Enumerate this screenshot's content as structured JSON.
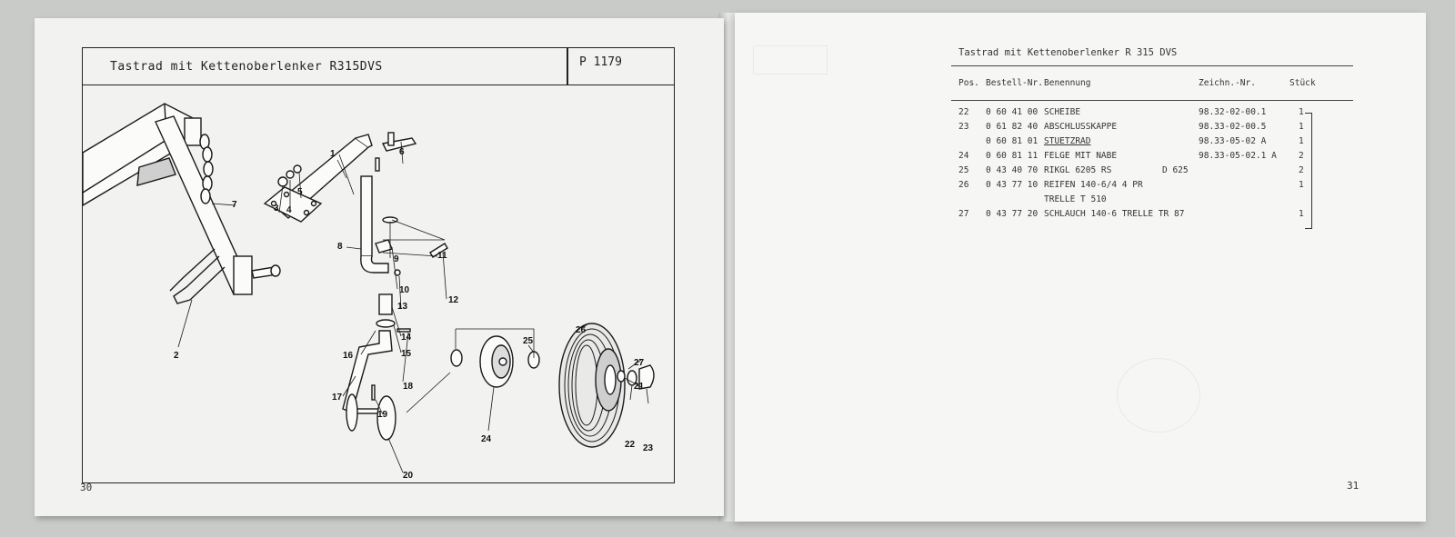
{
  "left_page": {
    "title": "Tastrad mit Kettenoberlenker R315DVS",
    "plate_number": "P 1179",
    "page_number": "30",
    "callouts": [
      "1",
      "2",
      "3",
      "4",
      "5",
      "6",
      "7",
      "8",
      "9",
      "10",
      "11",
      "12",
      "13",
      "14",
      "15",
      "16",
      "17",
      "18",
      "19",
      "20",
      "21",
      "22",
      "23",
      "24",
      "25",
      "26",
      "27"
    ]
  },
  "right_page": {
    "title": "Tastrad mit Kettenoberlenker  R 315 DVS",
    "page_number": "31",
    "headers": {
      "pos": "Pos.",
      "order": "Bestell-Nr.",
      "name": "Benennung",
      "drawing": "Zeichn.-Nr.",
      "qty": "Stück"
    },
    "rows": [
      {
        "pos": "22",
        "order": "0 60 41 00",
        "name": "SCHEIBE",
        "extra": "",
        "drawing": "98.32-02-00.1",
        "qty": "1",
        "underline": false
      },
      {
        "pos": "23",
        "order": "0 61 82 40",
        "name": "ABSCHLUSSKAPPE",
        "extra": "",
        "drawing": "98.33-02-00.5",
        "qty": "1",
        "underline": false
      },
      {
        "pos": "",
        "order": "0 60 81 01",
        "name": "STUETZRAD",
        "extra": "",
        "drawing": "98.33-05-02 A",
        "qty": "1",
        "underline": true
      },
      {
        "pos": "24",
        "order": "0 60 81 11",
        "name": "FELGE MIT NABE",
        "extra": "",
        "drawing": "98.33-05-02.1 A",
        "qty": "2",
        "underline": false
      },
      {
        "pos": "25",
        "order": "0 43 40 70",
        "name": "RIKGL 6205 RS",
        "extra": "D 625",
        "drawing": "",
        "qty": "2",
        "underline": false
      },
      {
        "pos": "26",
        "order": "0 43 77 10",
        "name": "REIFEN 140-6/4 4 PR",
        "extra": "",
        "drawing": "",
        "qty": "1",
        "underline": false
      },
      {
        "pos": "",
        "order": "",
        "name": "TRELLE T 510",
        "extra": "",
        "drawing": "",
        "qty": "",
        "underline": false
      },
      {
        "pos": "27",
        "order": "0 43 77 20",
        "name": "SCHLAUCH 140-6 TRELLE TR 87",
        "extra": "",
        "drawing": "",
        "qty": "1",
        "underline": false
      }
    ]
  }
}
